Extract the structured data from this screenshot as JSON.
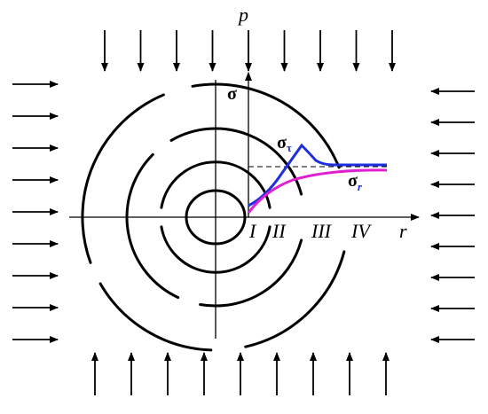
{
  "labels": {
    "pressure": "p",
    "sigma_axis": "σ",
    "sigma_theta": "σ",
    "sigma_theta_sub": "τ",
    "sigma_r": "σ",
    "sigma_r_sub": "r",
    "radius_axis": "r",
    "zones": [
      "I",
      "II",
      "III",
      "IV"
    ]
  },
  "colors": {
    "ink": "#000000",
    "sigma_theta_curve": "#1f2fe0",
    "sigma_r_curve": "#e020d0"
  },
  "loads": {
    "top_arrows": 9,
    "bottom_arrows": 9,
    "left_arrows": 9,
    "right_arrows": 9
  }
}
